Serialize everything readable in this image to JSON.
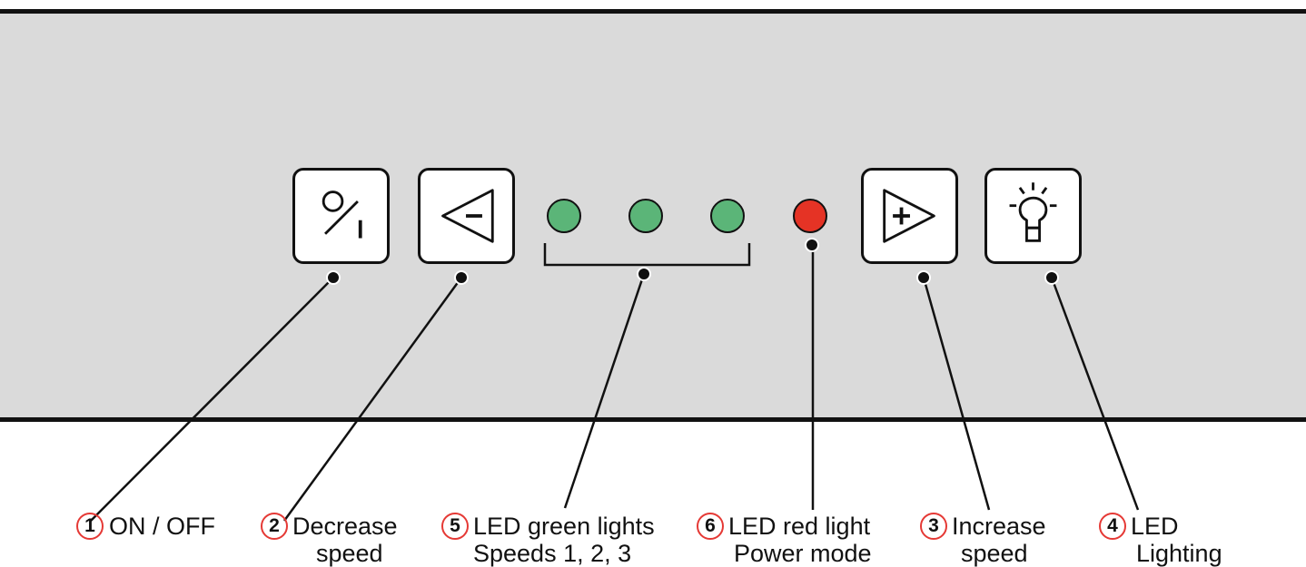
{
  "controls": {
    "on_off": {
      "icon": "power-toggle-icon",
      "number": "1",
      "label_line1": "ON / OFF",
      "label_line2": ""
    },
    "decrease": {
      "icon": "triangle-minus-icon",
      "number": "2",
      "label_line1": "Decrease",
      "label_line2": "speed"
    },
    "green_leds": {
      "number": "5",
      "label_line1": "LED green lights",
      "label_line2": "Speeds 1, 2, 3",
      "color": "#5bb578"
    },
    "red_led": {
      "number": "6",
      "label_line1": "LED red light",
      "label_line2": "Power mode",
      "color": "#e53325"
    },
    "increase": {
      "icon": "triangle-plus-icon",
      "number": "3",
      "label_line1": "Increase",
      "label_line2": "speed"
    },
    "lighting": {
      "icon": "light-bulb-icon",
      "number": "4",
      "label_line1": "LED",
      "label_line2": "Lighting"
    }
  },
  "colors": {
    "panel": "#dadada",
    "number_circle": "#e53935"
  }
}
